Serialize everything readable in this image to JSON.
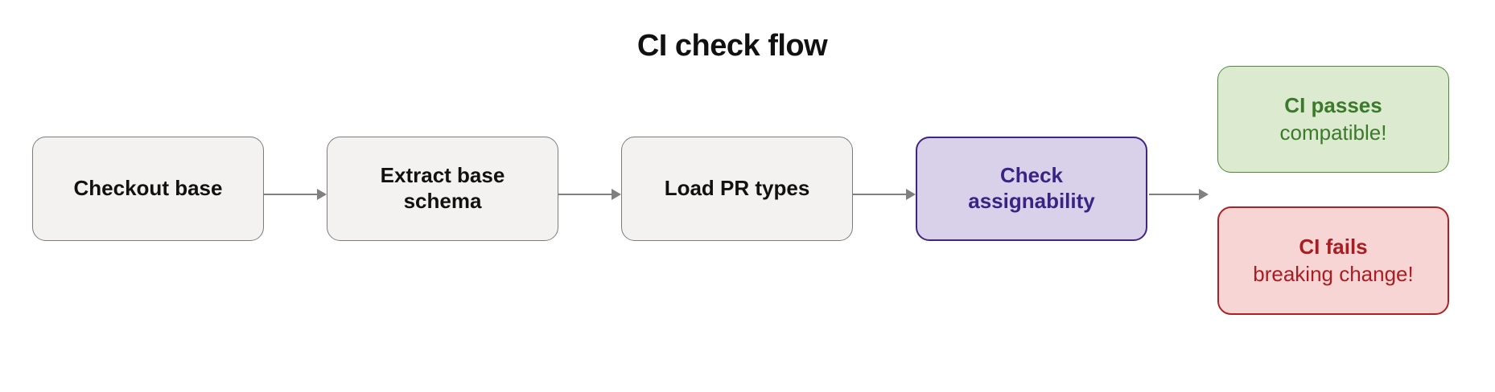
{
  "title": "CI check flow",
  "diagram": {
    "nodes": {
      "checkout": {
        "label": "Checkout base"
      },
      "extract": {
        "label": "Extract base schema"
      },
      "load": {
        "label": "Load PR types"
      },
      "check": {
        "label": "Check assignability"
      },
      "pass": {
        "label": "CI passes",
        "sublabel": "compatible!"
      },
      "fail": {
        "label": "CI fails",
        "sublabel": "breaking change!"
      }
    },
    "colors": {
      "step_fill": "#f3f2f0",
      "step_border": "#7c7c7c",
      "step_text": "#111111",
      "active_fill": "#d8d1e9",
      "active_border": "#41257f",
      "active_text": "#3b2384",
      "success_fill": "#dcead0",
      "success_border": "#4d8b39",
      "success_text": "#3a7a2a",
      "failure_fill": "#f7d5d4",
      "failure_border": "#b01f24",
      "failure_text": "#a91d22",
      "arrow": "#808080",
      "title_text": "#111111"
    }
  }
}
